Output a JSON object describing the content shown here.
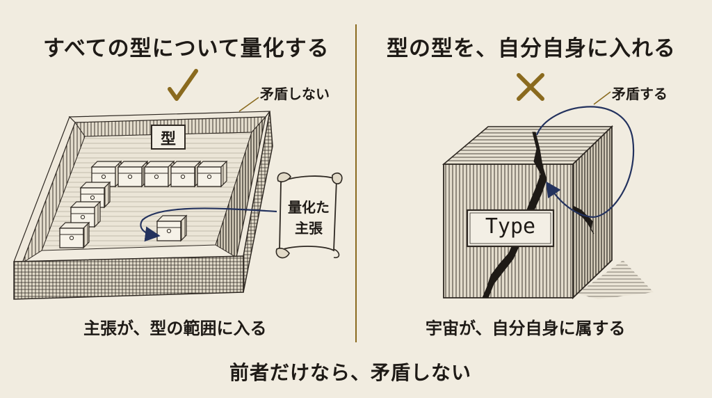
{
  "left_panel": {
    "heading": "すべての型について量化する",
    "check_mark": "✓",
    "annotation": "矛盾しない",
    "box_label": "型",
    "scroll_text": [
      "量化た",
      "主張"
    ],
    "caption": "主張が、型の範囲に入る"
  },
  "right_panel": {
    "heading": "型の型を、自分自身に入れる",
    "cross_mark": "✕",
    "annotation": "矛盾する",
    "cube_label": "Type",
    "caption": "宇宙が、自分自身に属する"
  },
  "footer": "前者だけなら、矛盾しない",
  "colors": {
    "background": "#f1ece0",
    "ink": "#1e1a16",
    "accent_gold": "#8a6a1e",
    "arrow_blue": "#23325e",
    "divider": "#8a6a1e"
  },
  "icons": {
    "check": "check-icon",
    "cross": "cross-icon",
    "scroll": "scroll-icon",
    "crack": "crack-icon",
    "loop_arrow": "loop-arrow-icon"
  }
}
